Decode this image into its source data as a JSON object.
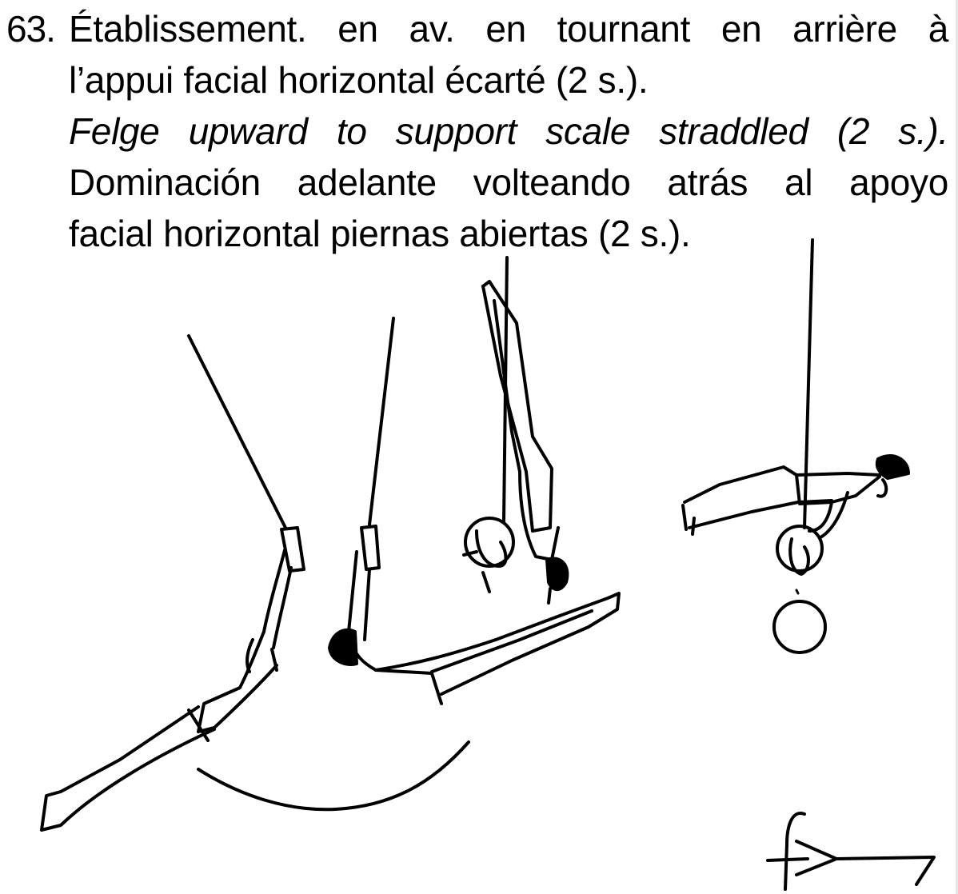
{
  "entry": {
    "number": "63.",
    "french_line_1": "Établissement. en av. en tournant en arrière à",
    "french_line_2": "l’appui facial horizontal écarté (2 s.).",
    "english_line": "Felge upward to support scale straddled (2 s.).",
    "spanish_line_1": "Dominación adelante volteando atrás al apoyo",
    "spanish_line_2": "facial horizontal piernas abiertas (2 s.)."
  },
  "colors": {
    "ink": "#000000",
    "background": "#ffffff"
  }
}
